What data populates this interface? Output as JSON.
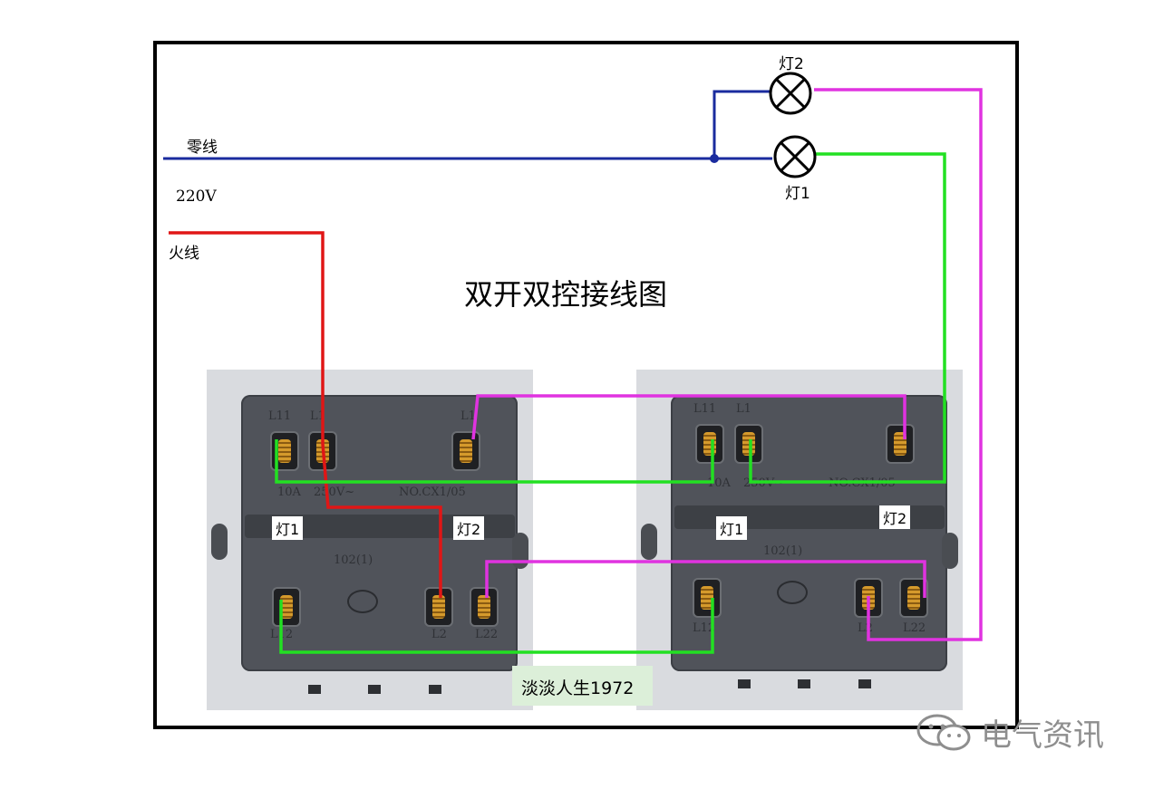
{
  "diagram": {
    "title": "双开双控接线图",
    "neutral_label": "零线",
    "voltage_label": "220V",
    "live_label": "火线",
    "lamp1_label": "灯1",
    "lamp2_label": "灯2"
  },
  "switches": [
    {
      "lamp1_tag": "灯1",
      "lamp2_tag": "灯2",
      "terminal_labels": [
        "L11",
        "L1",
        "L1",
        "L12",
        "L2",
        "L22"
      ],
      "print_rating": "10A",
      "print_voltage": "250V~",
      "print_model": "NO.CX1/05",
      "print_code": "102(1)"
    },
    {
      "lamp1_tag": "灯1",
      "lamp2_tag": "灯2",
      "terminal_labels": [
        "L11",
        "L1",
        "L12",
        "L2",
        "L22"
      ],
      "print_rating": "10A",
      "print_voltage": "250V~",
      "print_model": "NO.CX1/05",
      "print_code": "102(1)"
    }
  ],
  "author_watermark": "淡淡人生1972",
  "brand_watermark": "电气资讯",
  "colors": {
    "neutral_wire": "#1a2b9e",
    "live_wire": "#e01616",
    "lamp1_wire": "#22e022",
    "lamp2_wire": "#e033e0"
  }
}
